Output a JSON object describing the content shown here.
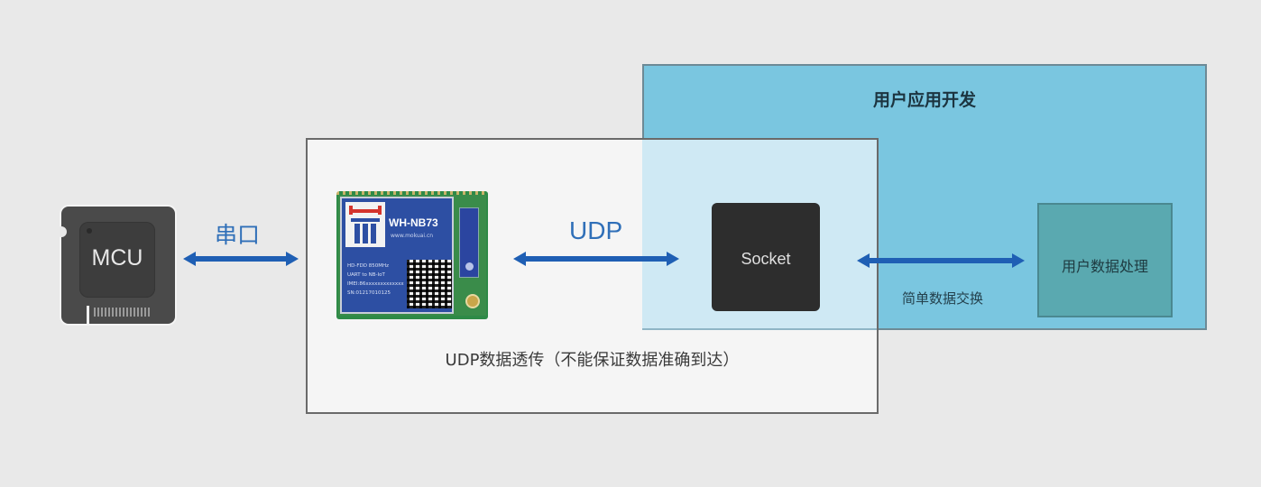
{
  "user_app": {
    "title": "用户应用开发"
  },
  "udp_box": {
    "caption": "UDP数据透传（不能保证数据准确到达）"
  },
  "mcu": {
    "label": "MCU"
  },
  "links": {
    "serial": {
      "label": "串口"
    },
    "udp": {
      "label": "UDP"
    },
    "exchange": {
      "label": "简单数据交换"
    }
  },
  "module": {
    "name": "WH-NB73",
    "url": "www.mokuai.cn",
    "specs": [
      "HD-FDD 850MHz",
      "UART to NB-IoT",
      "IMEI:86xxxxxxxxxxxxx",
      "SN:01217010125"
    ]
  },
  "socket": {
    "label": "Socket"
  },
  "user_data": {
    "label": "用户数据处理"
  },
  "colors": {
    "arrow": "#1f5fb4",
    "user_app_bg": "#7ac6e0",
    "udp_box_bg": "#f5f5f5"
  }
}
